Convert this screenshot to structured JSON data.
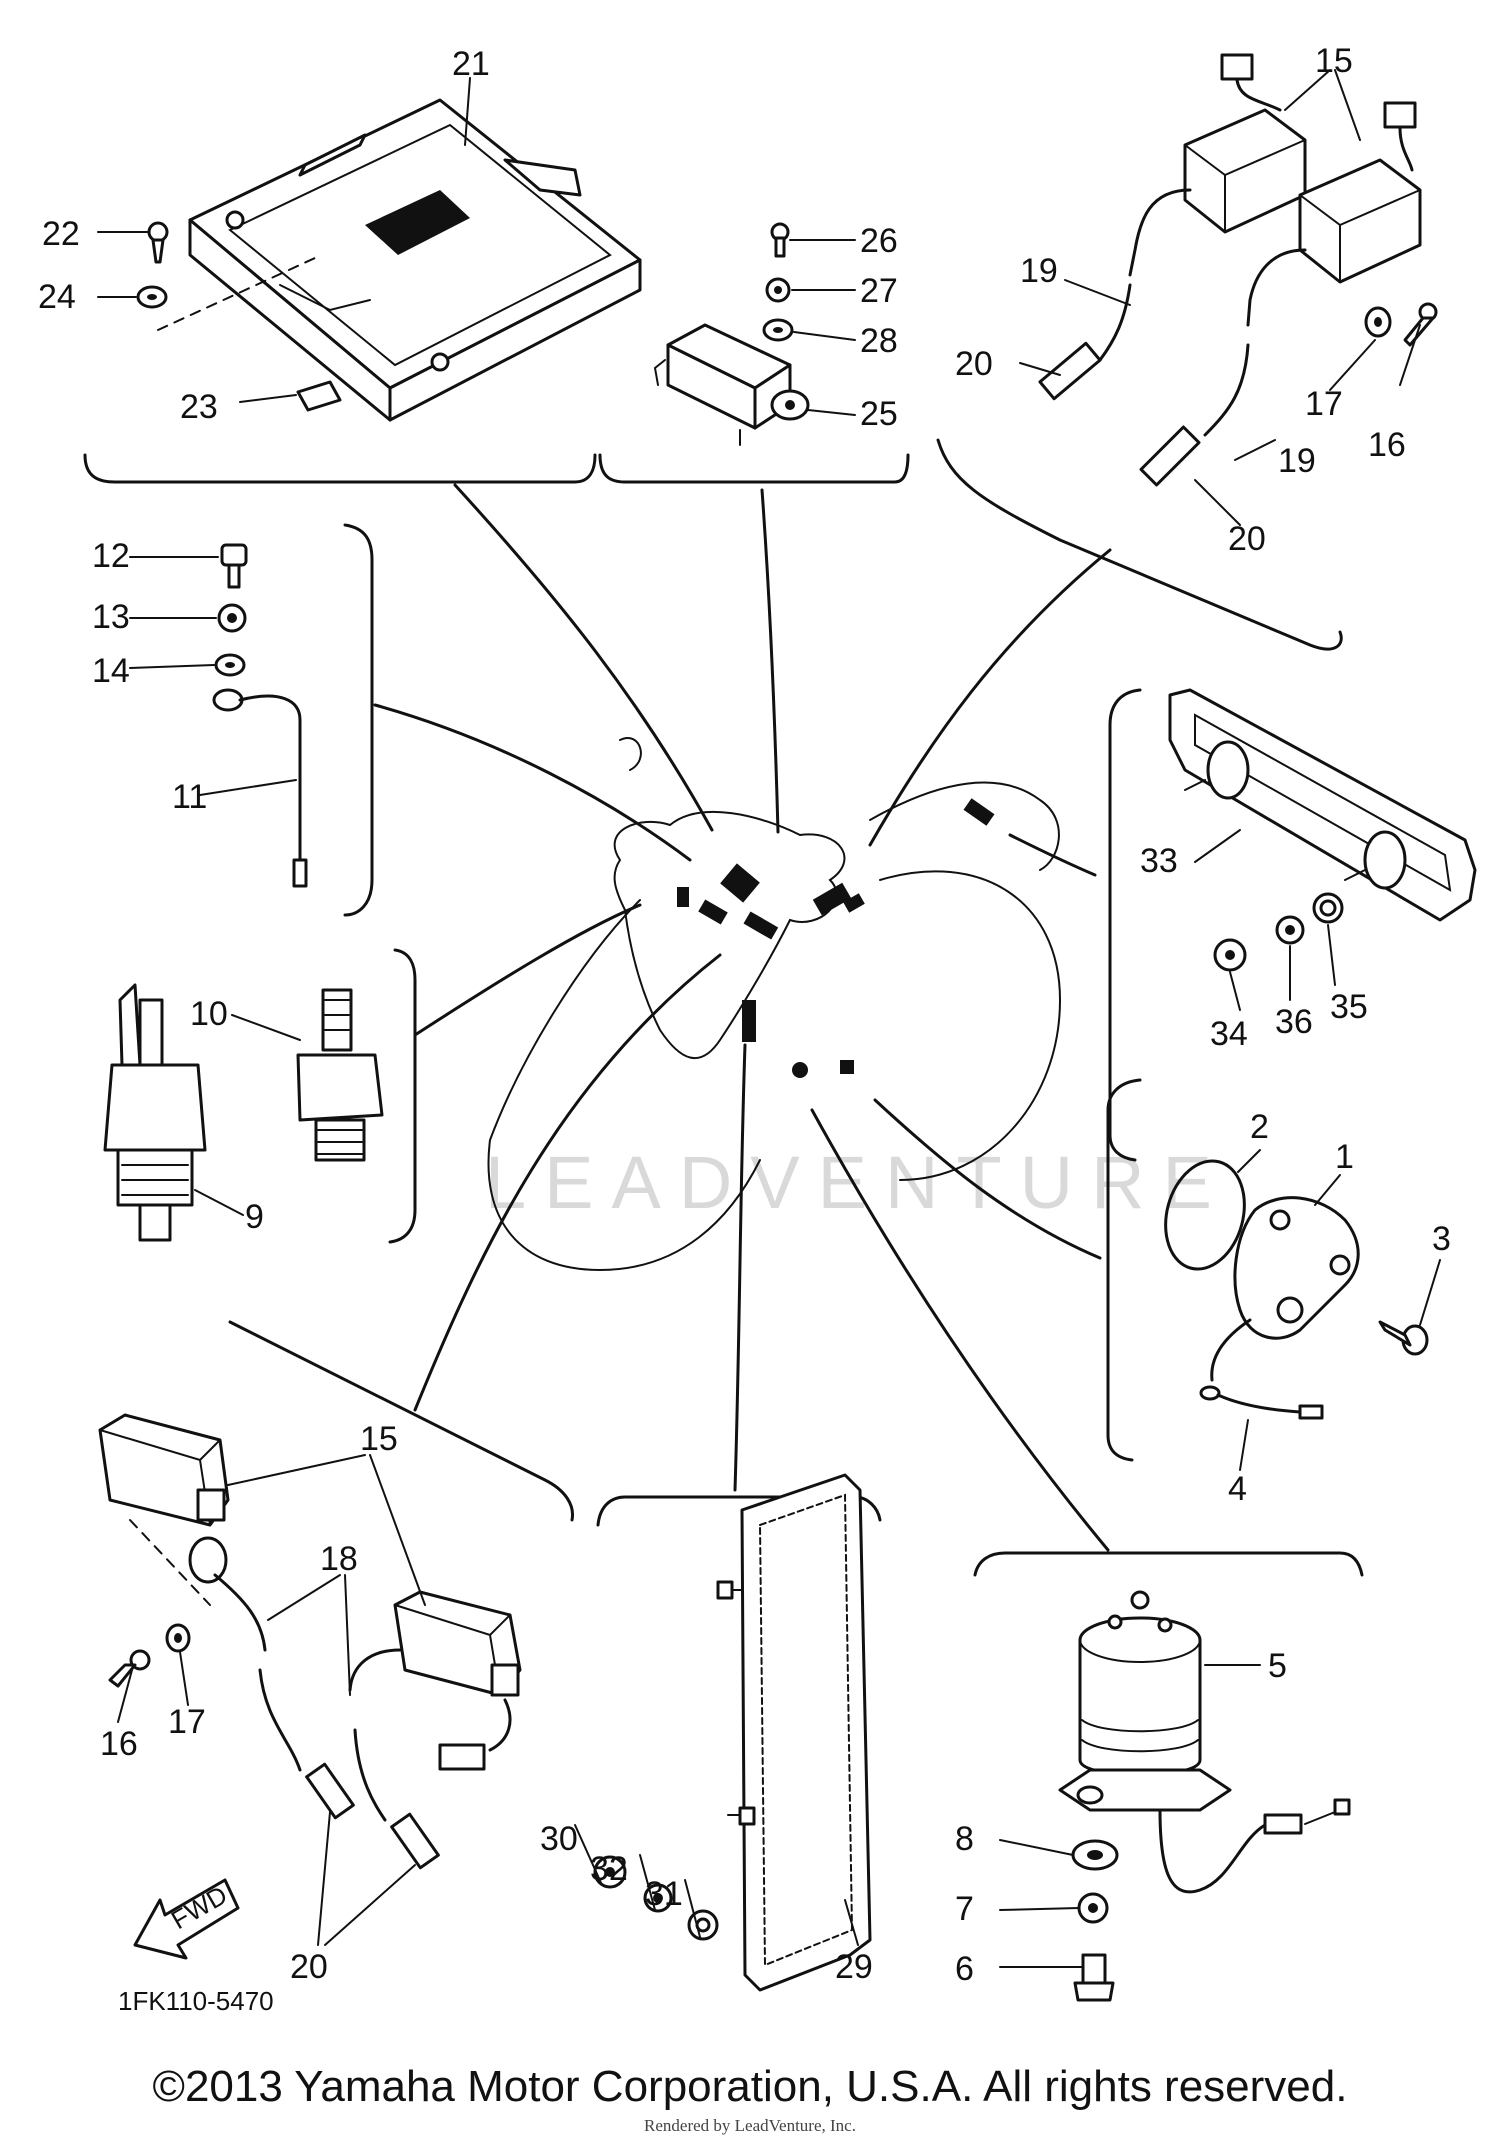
{
  "diagram": {
    "callouts": [
      {
        "id": "21",
        "label": "21"
      },
      {
        "id": "22",
        "label": "22"
      },
      {
        "id": "24",
        "label": "24"
      },
      {
        "id": "23",
        "label": "23"
      },
      {
        "id": "26",
        "label": "26"
      },
      {
        "id": "27",
        "label": "27"
      },
      {
        "id": "28",
        "label": "28"
      },
      {
        "id": "25",
        "label": "25"
      },
      {
        "id": "15a",
        "label": "15"
      },
      {
        "id": "19a",
        "label": "19"
      },
      {
        "id": "20a",
        "label": "20"
      },
      {
        "id": "17a",
        "label": "17"
      },
      {
        "id": "16a",
        "label": "16"
      },
      {
        "id": "19b",
        "label": "19"
      },
      {
        "id": "20b",
        "label": "20"
      },
      {
        "id": "12",
        "label": "12"
      },
      {
        "id": "13",
        "label": "13"
      },
      {
        "id": "14",
        "label": "14"
      },
      {
        "id": "11",
        "label": "11"
      },
      {
        "id": "33",
        "label": "33"
      },
      {
        "id": "34",
        "label": "34"
      },
      {
        "id": "36",
        "label": "36"
      },
      {
        "id": "35",
        "label": "35"
      },
      {
        "id": "10",
        "label": "10"
      },
      {
        "id": "9",
        "label": "9"
      },
      {
        "id": "2",
        "label": "2"
      },
      {
        "id": "1",
        "label": "1"
      },
      {
        "id": "3",
        "label": "3"
      },
      {
        "id": "4",
        "label": "4"
      },
      {
        "id": "15b",
        "label": "15"
      },
      {
        "id": "18",
        "label": "18"
      },
      {
        "id": "16b",
        "label": "16"
      },
      {
        "id": "17b",
        "label": "17"
      },
      {
        "id": "20c",
        "label": "20"
      },
      {
        "id": "30",
        "label": "30"
      },
      {
        "id": "32",
        "label": "32"
      },
      {
        "id": "31",
        "label": "31"
      },
      {
        "id": "29",
        "label": "29"
      },
      {
        "id": "5",
        "label": "5"
      },
      {
        "id": "8",
        "label": "8"
      },
      {
        "id": "7",
        "label": "7"
      },
      {
        "id": "6",
        "label": "6"
      }
    ],
    "fwd_label": "FWD",
    "diagram_code": "1FK110-5470",
    "watermark": "LEADVENTURE"
  },
  "footer": {
    "copyright": "©2013 Yamaha Motor Corporation, U.S.A. All rights reserved.",
    "rendered_by": "Rendered by LeadVenture, Inc."
  }
}
